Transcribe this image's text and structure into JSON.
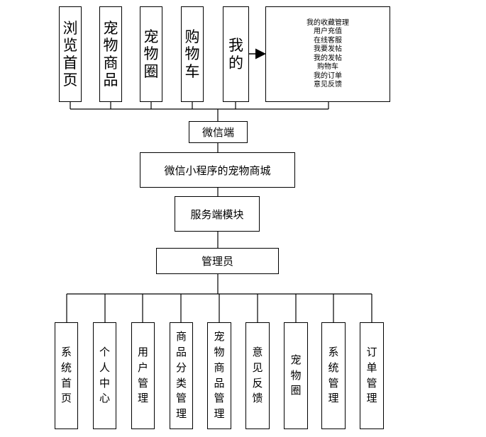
{
  "top_modules": [
    {
      "name": "浏览首页"
    },
    {
      "name": "宠物商品"
    },
    {
      "name": "宠物圈"
    },
    {
      "name": "购物车"
    },
    {
      "name": "我的"
    }
  ],
  "me_submenu": [
    "我的收藏管理",
    "用户充值",
    "在线客服",
    "我要发帖",
    "我的发帖",
    "购物车",
    "我的订单",
    "意见反馈"
  ],
  "wechat_client": "微信端",
  "mini_program": "微信小程序的宠物商城",
  "server_module": "服务端模块",
  "admin": "管理员",
  "admin_modules": [
    {
      "name": "系统首页"
    },
    {
      "name": "个人中心"
    },
    {
      "name": "用户管理"
    },
    {
      "name": "商品分类管理"
    },
    {
      "name": "宠物商品管理"
    },
    {
      "name": "意见反馈"
    },
    {
      "name": "宠物圈"
    },
    {
      "name": "系统管理"
    },
    {
      "name": "订单管理"
    }
  ]
}
